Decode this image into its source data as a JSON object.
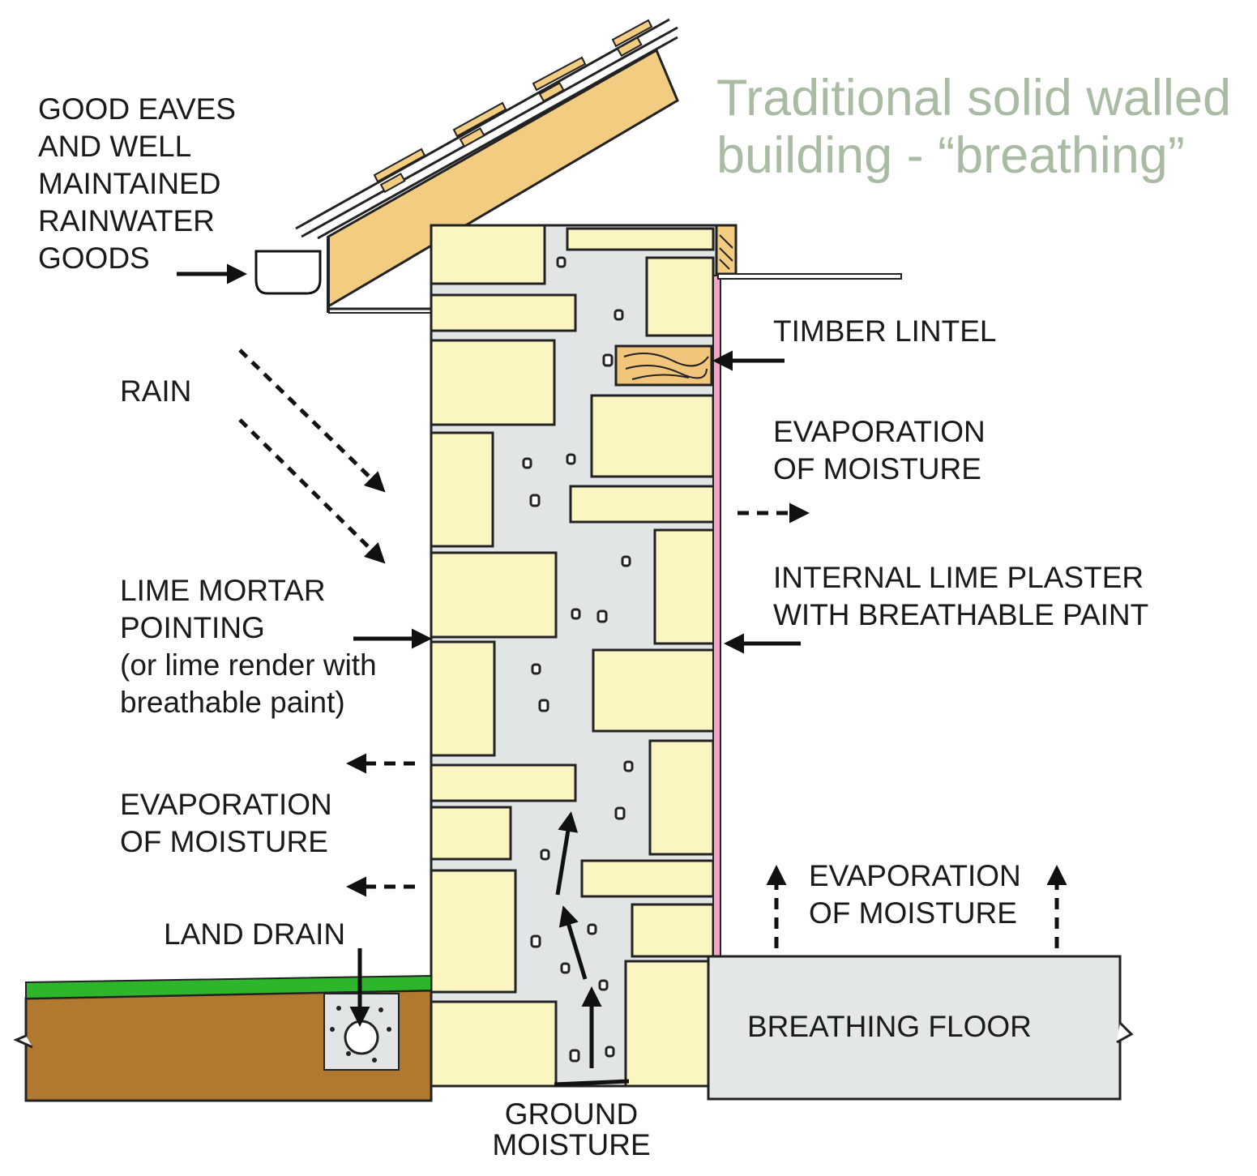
{
  "title": {
    "line1": "Traditional solid walled",
    "line2": "building - “breathing”"
  },
  "labels": {
    "eaves": [
      "GOOD EAVES",
      "AND WELL",
      "MAINTAINED",
      "RAINWATER",
      "GOODS"
    ],
    "rain": "RAIN",
    "mortar": [
      "LIME MORTAR",
      "POINTING",
      "(or lime render with",
      "breathable paint)"
    ],
    "evap_left": [
      "EVAPORATION",
      "OF MOISTURE"
    ],
    "land_drain": "LAND DRAIN",
    "ground_moisture": [
      "GROUND",
      "MOISTURE"
    ],
    "timber_lintel": "TIMBER LINTEL",
    "evap_right": [
      "EVAPORATION",
      "OF MOISTURE"
    ],
    "plaster": [
      "INTERNAL LIME PLASTER",
      "WITH BREATHABLE PAINT"
    ],
    "evap_floor": [
      "EVAPORATION",
      "OF MOISTURE"
    ],
    "breathing_floor": "BREATHING FLOOR"
  },
  "colors": {
    "title": "#a9bca3",
    "stone": "#fbf6c1",
    "rubble_core": "#e2e5e5",
    "roof_timber": "#f2cc80",
    "lintel": "#f2c57c",
    "soil": "#b0792f",
    "grass": "#2db52c",
    "plaster": "#f5a3c8",
    "floor": "#e3e7e6"
  }
}
